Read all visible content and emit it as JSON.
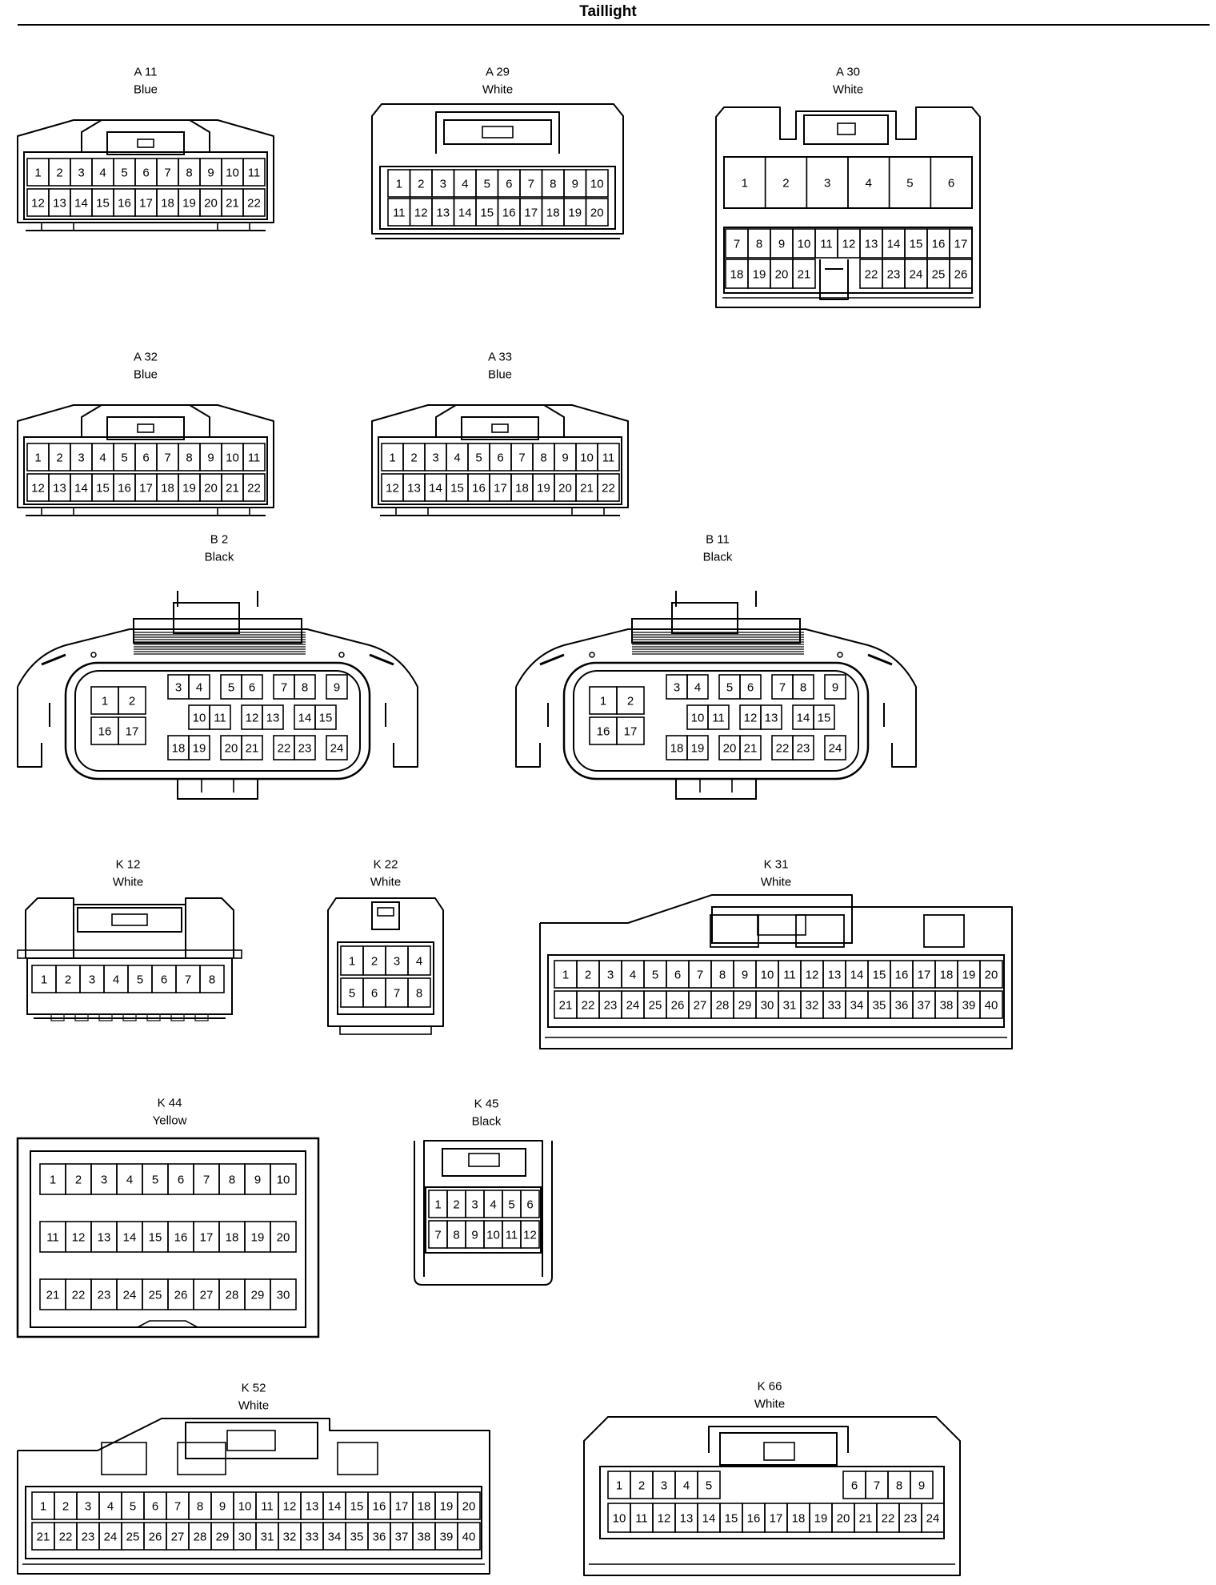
{
  "title": "Taillight",
  "connectors": [
    {
      "id": "A 11",
      "color": "Blue",
      "rows": [
        [
          "1",
          "2",
          "3",
          "4",
          "5",
          "6",
          "7",
          "8",
          "9",
          "10",
          "11"
        ],
        [
          "12",
          "13",
          "14",
          "15",
          "16",
          "17",
          "18",
          "19",
          "20",
          "21",
          "22"
        ]
      ]
    },
    {
      "id": "A 29",
      "color": "White",
      "rows": [
        [
          "1",
          "2",
          "3",
          "4",
          "5",
          "6",
          "7",
          "8",
          "9",
          "10"
        ],
        [
          "11",
          "12",
          "13",
          "14",
          "15",
          "16",
          "17",
          "18",
          "19",
          "20"
        ]
      ]
    },
    {
      "id": "A 30",
      "color": "White",
      "large_row": [
        "1",
        "2",
        "3",
        "4",
        "5",
        "6"
      ],
      "rows": [
        [
          "7",
          "8",
          "9",
          "10",
          "11",
          "12",
          "13",
          "14",
          "15",
          "16",
          "17"
        ],
        [
          "18",
          "19",
          "20",
          "21",
          "",
          "22",
          "23",
          "24",
          "25",
          "26"
        ]
      ]
    },
    {
      "id": "A 32",
      "color": "Blue",
      "rows": [
        [
          "1",
          "2",
          "3",
          "4",
          "5",
          "6",
          "7",
          "8",
          "9",
          "10",
          "11"
        ],
        [
          "12",
          "13",
          "14",
          "15",
          "16",
          "17",
          "18",
          "19",
          "20",
          "21",
          "22"
        ]
      ]
    },
    {
      "id": "A 33",
      "color": "Blue",
      "rows": [
        [
          "1",
          "2",
          "3",
          "4",
          "5",
          "6",
          "7",
          "8",
          "9",
          "10",
          "11"
        ],
        [
          "12",
          "13",
          "14",
          "15",
          "16",
          "17",
          "18",
          "19",
          "20",
          "21",
          "22"
        ]
      ]
    },
    {
      "id": "B 2",
      "color": "Black",
      "left_block": [
        [
          "1",
          "2"
        ],
        [
          "16",
          "17"
        ]
      ],
      "right_block": [
        [
          "3",
          "4",
          "5",
          "6",
          "7",
          "8",
          "9"
        ],
        [
          "10",
          "11",
          "12",
          "13",
          "14",
          "15"
        ],
        [
          "18",
          "19",
          "20",
          "21",
          "22",
          "23",
          "24"
        ]
      ]
    },
    {
      "id": "B 11",
      "color": "Black",
      "left_block": [
        [
          "1",
          "2"
        ],
        [
          "16",
          "17"
        ]
      ],
      "right_block": [
        [
          "3",
          "4",
          "5",
          "6",
          "7",
          "8",
          "9"
        ],
        [
          "10",
          "11",
          "12",
          "13",
          "14",
          "15"
        ],
        [
          "18",
          "19",
          "20",
          "21",
          "22",
          "23",
          "24"
        ]
      ]
    },
    {
      "id": "K 12",
      "color": "White",
      "rows": [
        [
          "1",
          "2",
          "3",
          "4",
          "5",
          "6",
          "7",
          "8"
        ]
      ]
    },
    {
      "id": "K 22",
      "color": "White",
      "rows": [
        [
          "1",
          "2",
          "3",
          "4"
        ],
        [
          "5",
          "6",
          "7",
          "8"
        ]
      ]
    },
    {
      "id": "K 31",
      "color": "White",
      "rows": [
        [
          "1",
          "2",
          "3",
          "4",
          "5",
          "6",
          "7",
          "8",
          "9",
          "10",
          "11",
          "12",
          "13",
          "14",
          "15",
          "16",
          "17",
          "18",
          "19",
          "20"
        ],
        [
          "21",
          "22",
          "23",
          "24",
          "25",
          "26",
          "27",
          "28",
          "29",
          "30",
          "31",
          "32",
          "33",
          "34",
          "35",
          "36",
          "37",
          "38",
          "39",
          "40"
        ]
      ]
    },
    {
      "id": "K 44",
      "color": "Yellow",
      "rows": [
        [
          "1",
          "2",
          "3",
          "4",
          "5",
          "6",
          "7",
          "8",
          "9",
          "10"
        ],
        [
          "11",
          "12",
          "13",
          "14",
          "15",
          "16",
          "17",
          "18",
          "19",
          "20"
        ],
        [
          "21",
          "22",
          "23",
          "24",
          "25",
          "26",
          "27",
          "28",
          "29",
          "30"
        ]
      ]
    },
    {
      "id": "K 45",
      "color": "Black",
      "rows": [
        [
          "1",
          "2",
          "3",
          "4",
          "5",
          "6"
        ],
        [
          "7",
          "8",
          "9",
          "10",
          "11",
          "12"
        ]
      ]
    },
    {
      "id": "K 52",
      "color": "White",
      "rows": [
        [
          "1",
          "2",
          "3",
          "4",
          "5",
          "6",
          "7",
          "8",
          "9",
          "10",
          "11",
          "12",
          "13",
          "14",
          "15",
          "16",
          "17",
          "18",
          "19",
          "20"
        ],
        [
          "21",
          "22",
          "23",
          "24",
          "25",
          "26",
          "27",
          "28",
          "29",
          "30",
          "31",
          "32",
          "33",
          "34",
          "35",
          "36",
          "37",
          "38",
          "39",
          "40"
        ]
      ]
    },
    {
      "id": "K 66",
      "color": "White",
      "rows": [
        [
          "1",
          "2",
          "3",
          "4",
          "5",
          "",
          "",
          "",
          "6",
          "7",
          "8",
          "9"
        ],
        [
          "10",
          "11",
          "12",
          "13",
          "14",
          "15",
          "16",
          "17",
          "18",
          "19",
          "20",
          "21",
          "22",
          "23",
          "24"
        ]
      ]
    }
  ]
}
